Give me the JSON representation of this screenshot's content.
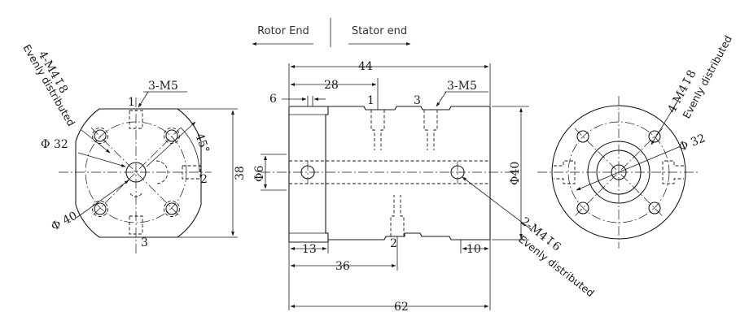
{
  "header": {
    "rotor_label": "Rotor End",
    "stator_label": "Stator end"
  },
  "left_view": {
    "note_thread": "4-M4↧8",
    "note_even": "Evenly distributed",
    "note_m5": "3-M5",
    "mark_1": "1",
    "mark_2": "2",
    "mark_3": "3",
    "dia_32": "Φ 32",
    "dia_40": "Φ 40",
    "angle": "45°",
    "height": "38"
  },
  "mid_view": {
    "dim_44": "44",
    "dim_28": "28",
    "dim_6": "6",
    "note_m5": "3-M5",
    "mark_1": "1",
    "mark_3": "3",
    "mark_2": "2",
    "dia_6": "Φ6",
    "dia_40": "Φ40",
    "dim_13": "13",
    "dim_36": "36",
    "dim_10": "10",
    "dim_62": "62",
    "note_thread": "2-M4↧6",
    "note_even": "Evenly distributed"
  },
  "right_view": {
    "note_thread": "4-M4↧8",
    "note_even": "Evenly distributed",
    "dia_32": "Φ 32"
  }
}
